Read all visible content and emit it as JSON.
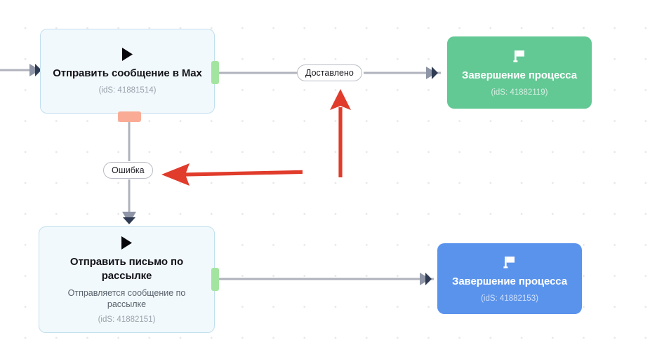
{
  "canvas": {
    "background_color": "#ffffff",
    "grid_dot_color": "#e8e8e8",
    "grid_spacing": 44
  },
  "nodes": [
    {
      "key": "send-max-message",
      "icon": "play-icon",
      "title": "Отправить сообщение в Max",
      "description": "",
      "id_label": "(idS: 41881514)",
      "type": "action",
      "fill": "#f1f9fc",
      "border": "#c2dfee"
    },
    {
      "key": "send-newsletter-email",
      "icon": "play-icon",
      "title": "Отправить письмо по рассылке",
      "description": "Отправляется сообщение по рассылке",
      "id_label": "(idS: 41882151)",
      "type": "action",
      "fill": "#f1f9fc",
      "border": "#c2dfee"
    },
    {
      "key": "process-end-green",
      "icon": "flag-icon",
      "title": "Завершение процесса",
      "description": "",
      "id_label": "(idS: 41882119)",
      "type": "end",
      "fill": "#62c894",
      "border": "#62c894"
    },
    {
      "key": "process-end-blue",
      "icon": "flag-icon",
      "title": "Завершение процесса",
      "description": "",
      "id_label": "(idS: 41882153)",
      "type": "end",
      "fill": "#5a93ec",
      "border": "#5a93ec"
    }
  ],
  "edge_labels": [
    {
      "key": "delivered",
      "text": "Доставлено"
    },
    {
      "key": "error",
      "text": "Ошибка"
    }
  ],
  "ports": [
    {
      "key": "max-success-port",
      "color": "#a3e5a0",
      "orientation": "right"
    },
    {
      "key": "max-error-port",
      "color": "#faab95",
      "orientation": "bottom"
    },
    {
      "key": "email-success-port",
      "color": "#a3e5a0",
      "orientation": "right"
    }
  ],
  "connectors": {
    "line_color": "#b0b3bd",
    "arrow_color": "#2f3b52",
    "arrow_outline_color": "#8e95a6"
  },
  "annotations": [
    {
      "key": "arrow-to-delivered",
      "color": "#e03b2b",
      "direction": "up"
    },
    {
      "key": "arrow-to-error",
      "color": "#e03b2b",
      "direction": "left"
    }
  ]
}
